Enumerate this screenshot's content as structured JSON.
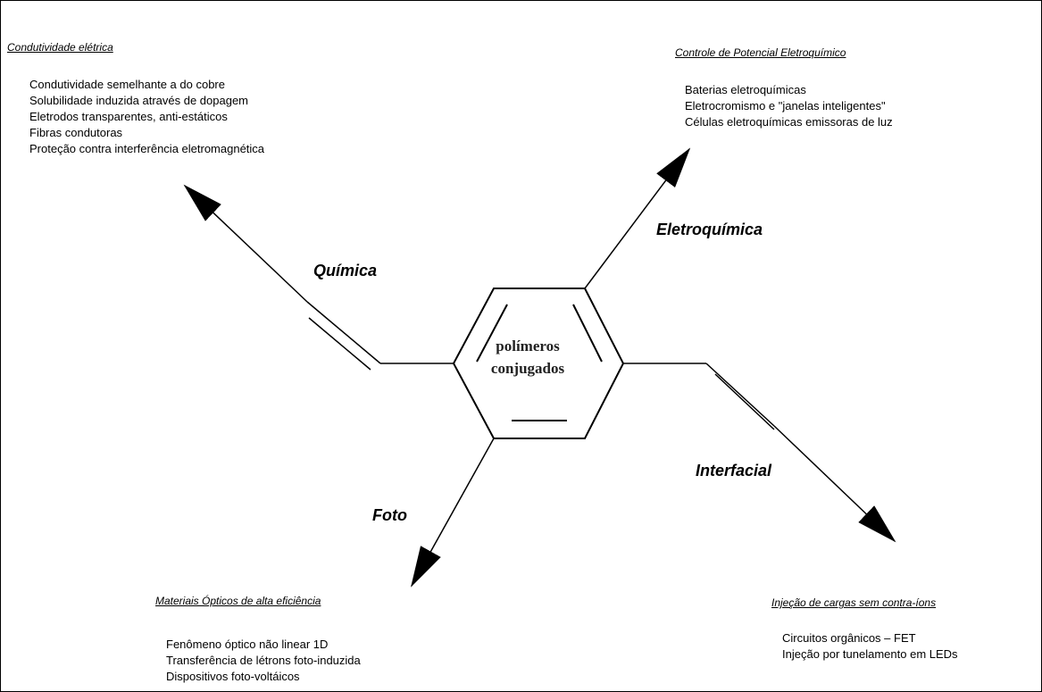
{
  "center": {
    "line1": "polímeros",
    "line2": "conjugados"
  },
  "branches": {
    "quimica": "Química",
    "eletroquimica": "Eletroquímica",
    "foto": "Foto",
    "interfacial": "Interfacial"
  },
  "sections": {
    "condutividade": {
      "title": "Condutividade elétrica",
      "items": [
        "Condutividade semelhante a do cobre",
        "Solubilidade induzida através de dopagem",
        "Eletrodos transparentes, anti-estáticos",
        "Fibras condutoras",
        "Proteção contra interferência eletromagnética"
      ]
    },
    "potencial": {
      "title": "Controle de Potencial Eletroquímico",
      "items": [
        "Baterias eletroquímicas",
        "Eletrocromismo e \"janelas inteligentes\"",
        "Células eletroquímicas emissoras de luz"
      ]
    },
    "opticos": {
      "title": "Materiais Ópticos de alta eficiência",
      "items": [
        "Fenômeno óptico não linear 1D",
        "Transferência de létrons foto-induzida",
        "Dispositivos foto-voltáicos"
      ]
    },
    "injecao": {
      "title": "Injeção de cargas sem contra-íons",
      "items": [
        "Circuitos orgânicos – FET",
        "Injeção por tunelamento em LEDs"
      ]
    }
  }
}
